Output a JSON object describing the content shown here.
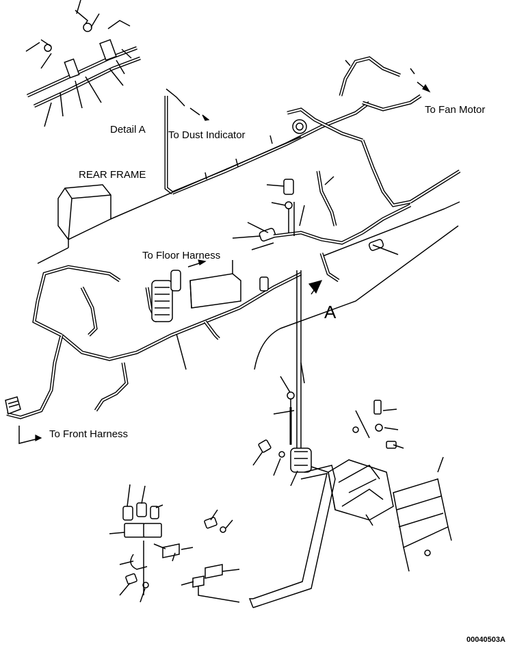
{
  "labels": {
    "fan_motor": "To Fan Motor",
    "detail_a": "Detail A",
    "dust_indicator": "To Dust Indicator",
    "rear_frame": "REAR FRAME",
    "floor_harness": "To Floor Harness",
    "view_a": "A",
    "front_harness": "To Front Harness",
    "drawing_code": "00040503A"
  }
}
